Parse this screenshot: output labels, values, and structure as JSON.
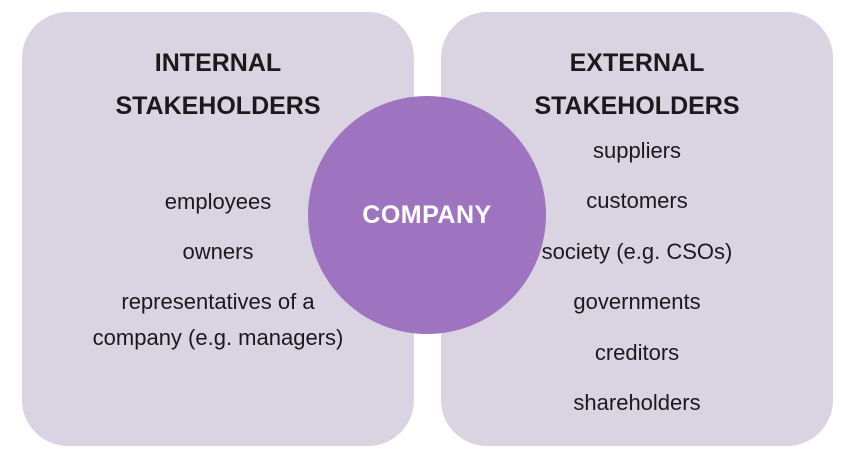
{
  "internal": {
    "title": "INTERNAL\nSTAKEHOLDERS",
    "items": [
      "employees",
      "owners",
      "representatives of a\ncompany (e.g. managers)"
    ]
  },
  "external": {
    "title": "EXTERNAL\nSTAKEHOLDERS",
    "items": [
      "suppliers",
      "customers",
      "society (e.g. CSOs)",
      "governments",
      "creditors",
      "shareholders"
    ]
  },
  "center": {
    "label": "COMPANY"
  },
  "colors": {
    "panel": "#d9d3e2",
    "circle": "#9e74c0",
    "circle_text": "#ffffff",
    "text": "#1a1a1a"
  }
}
